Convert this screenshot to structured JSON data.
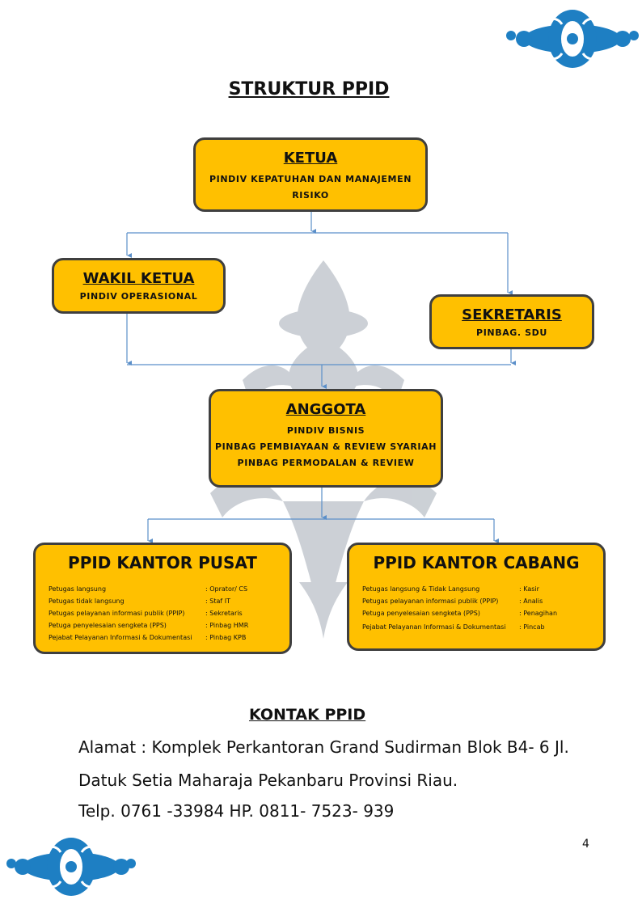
{
  "page_title": "STRUKTUR PPID",
  "ketua": {
    "title": "KETUA",
    "lines": [
      "PINDIV KEPATUHAN DAN MANAJEMEN",
      "RISIKO"
    ]
  },
  "wakil": {
    "title": "WAKIL KETUA",
    "sub": "PINDIV OPERASIONAL"
  },
  "sekretaris": {
    "title": "SEKRETARIS",
    "sub": "PINBAG. SDU"
  },
  "anggota": {
    "title": "ANGGOTA",
    "lines": [
      "PINDIV BISNIS",
      "PINBAG PEMBIAYAAN & REVIEW SYARIAH",
      "PINBAG PERMODALAN & REVIEW"
    ]
  },
  "pusat": {
    "title": "PPID KANTOR PUSAT",
    "rows": [
      {
        "label": "Petugas langsung",
        "value": ": Oprator/ CS"
      },
      {
        "label": "Petugas tidak langsung",
        "value": ": Staf IT"
      },
      {
        "label": "Petugas pelayanan informasi publik (PPIP)",
        "value": ": Sekretaris"
      },
      {
        "label": "Petuga penyelesaian sengketa (PPS)",
        "value": ": Pinbag HMR"
      },
      {
        "label": "Pejabat Pelayanan Informasi & Dokumentasi",
        "value": ": Pinbag KPB"
      }
    ]
  },
  "cabang": {
    "title": "PPID KANTOR CABANG",
    "rows": [
      {
        "label": "Petugas langsung & Tidak Langsung",
        "value": ": Kasir"
      },
      {
        "label": "Petugas pelayanan informasi publik (PPIP)",
        "value": ": Analis"
      },
      {
        "label": "Petuga penyelesaian sengketa (PPS)",
        "value": ": Penagihan"
      },
      {
        "label": "Pejabat Pelayanan Informasi & Dokumentasi",
        "value": ": Pincab"
      }
    ]
  },
  "kontak": {
    "title": "KONTAK PPID",
    "alamat_1": "Alamat : Komplek Perkantoran Grand Sudirman Blok B4- 6 Jl.",
    "alamat_2": "Datuk Setia Maharaja Pekanbaru Provinsi Riau.",
    "telp": "Telp. 0761 -33984 HP. 0811- 7523- 939"
  },
  "page_number": "4",
  "colors": {
    "box_fill": "#FFC000",
    "box_border": "#3f3f3f",
    "connector": "#5b8fc9",
    "ornament_blue": "#1e7fc3",
    "watermark_grey": "#c7ccd2"
  }
}
